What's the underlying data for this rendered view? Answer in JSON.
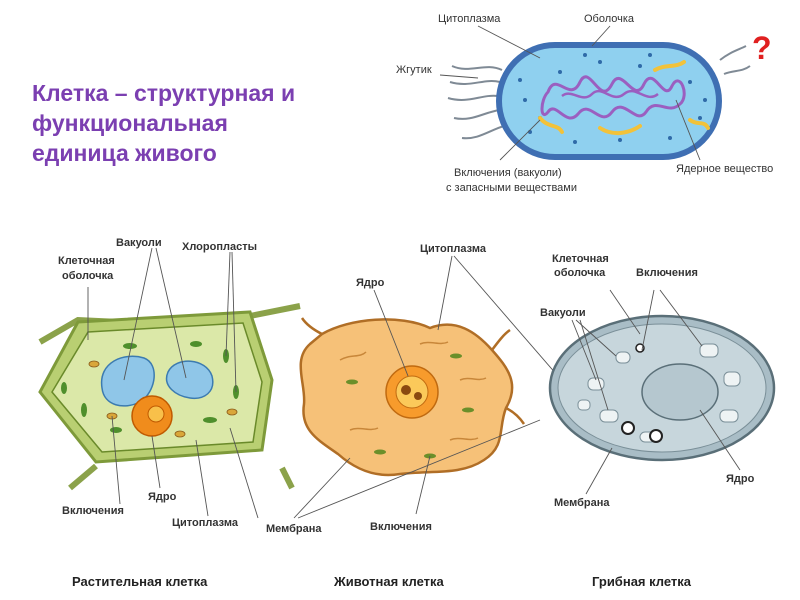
{
  "title": {
    "line1": "Клетка – структурная и",
    "line2": "функциональная",
    "line3": "единица живого"
  },
  "question_mark": "?",
  "bacterium": {
    "labels": {
      "cytoplasm": "Цитоплазма",
      "envelope": "Оболочка",
      "flagellum": "Жгутик",
      "inclusions_line1": "Включения (вакуоли)",
      "inclusions_line2": "с запасными веществами",
      "nuclear": "Ядерное вещество"
    }
  },
  "plant": {
    "labels": {
      "wall_line1": "Клеточная",
      "wall_line2": "оболочка",
      "vacuoles": "Вакуоли",
      "chloroplasts": "Хлоропласты",
      "inclusions": "Включения",
      "nucleus": "Ядро",
      "cytoplasm": "Цитоплазма"
    },
    "caption": "Растительная клетка"
  },
  "animal": {
    "labels": {
      "nucleus": "Ядро",
      "cytoplasm": "Цитоплазма",
      "membrane": "Мембрана",
      "inclusions": "Включения"
    },
    "caption": "Животная клетка"
  },
  "fungal": {
    "labels": {
      "wall_line1": "Клеточная",
      "wall_line2": "оболочка",
      "inclusions": "Включения",
      "vacuoles": "Вакуоли",
      "nucleus": "Ядро",
      "membrane": "Мембрана"
    },
    "caption": "Грибная клетка"
  }
}
